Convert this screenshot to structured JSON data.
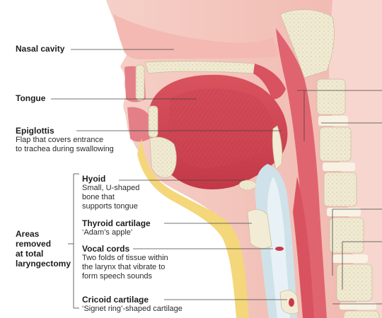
{
  "labels": {
    "nasal_cavity": "Nasal cavity",
    "tongue": "Tongue",
    "epiglottis": {
      "title": "Epiglottis",
      "desc1": "Flap that covers entrance",
      "desc2": "to trachea during swallowing"
    },
    "hyoid": {
      "title": "Hyoid",
      "desc1": "Small, U-shaped",
      "desc2": "bone that",
      "desc3": "supports tongue"
    },
    "thyroid": {
      "title": "Thyroid cartilage",
      "desc1": "‘Adam’s apple’"
    },
    "vocal_cords": {
      "title": "Vocal cords",
      "desc1": "Two folds of tissue within",
      "desc2": "the larynx that vibrate to",
      "desc3": "form speech sounds"
    },
    "cricoid": {
      "title": "Cricoid cartilage",
      "desc1": "‘Signet ring’-shaped cartilage"
    },
    "areas_removed": {
      "line1": "Areas",
      "line2": "removed",
      "line3": "at total",
      "line4": "laryngectomy"
    }
  },
  "colors": {
    "skin": "#f4c3bb",
    "tissue": "#e2707a",
    "muscle": "#c83a4a",
    "bone": "#f2ecd6",
    "fat": "#f3d77a",
    "airway": "#cfe2ea"
  }
}
